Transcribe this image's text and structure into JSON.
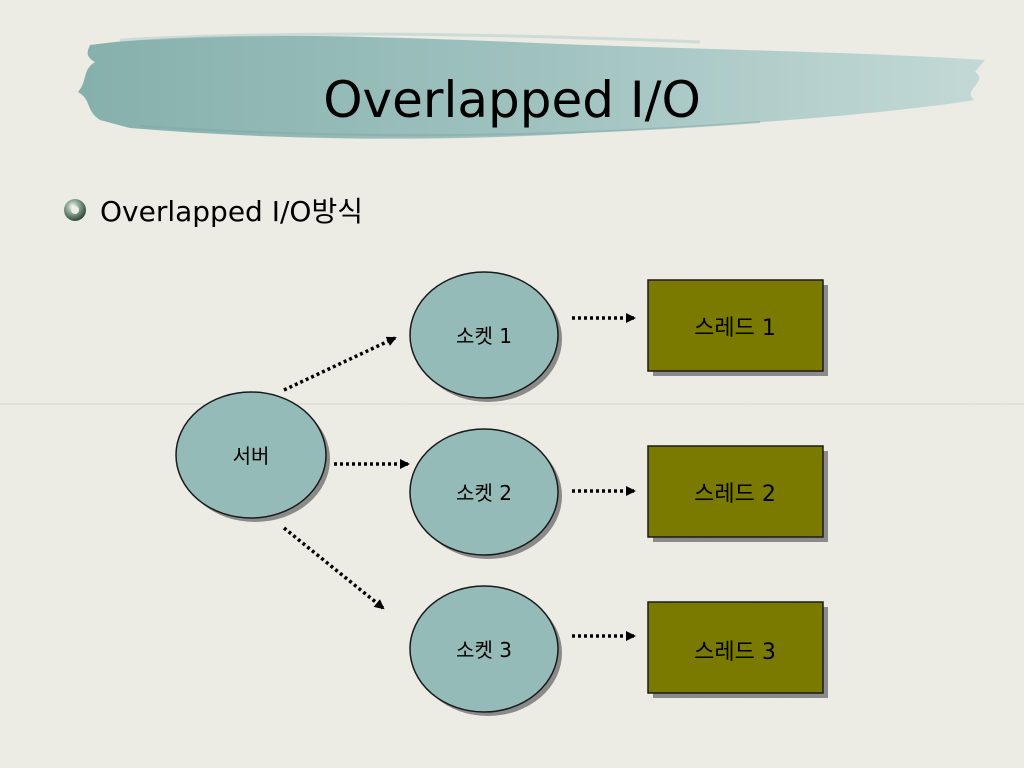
{
  "slide": {
    "title": "Overlapped I/O",
    "bullet": "Overlapped I/O방식"
  },
  "diagram": {
    "server": {
      "label": "서버"
    },
    "sockets": [
      {
        "label": "소켓 1"
      },
      {
        "label": "소켓 2"
      },
      {
        "label": "소켓 3"
      }
    ],
    "threads": [
      {
        "label": "스레드 1"
      },
      {
        "label": "스레드 2"
      },
      {
        "label": "스레드 3"
      }
    ]
  },
  "colors": {
    "background": "#eeede6",
    "title_brush": "#8fb8b4",
    "ellipse_fill": "#94bbb7",
    "thread_fill": "#7a7a00",
    "shadow": "#8a8a8a",
    "arrow": "#000000"
  }
}
